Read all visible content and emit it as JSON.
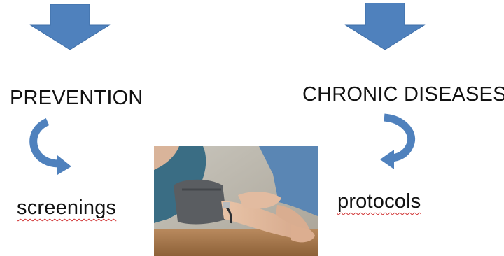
{
  "left_column": {
    "heading": "PREVENTION",
    "item": "screenings"
  },
  "right_column": {
    "heading": "CHRONIC DISEASES",
    "item": "protocols"
  },
  "icons": {
    "down_arrow": "down-arrow-icon",
    "curved_arrow": "curved-arrow-icon"
  },
  "colors": {
    "arrow_fill": "#4f81bd",
    "arrow_stroke": "#3a6aa3",
    "spellcheck": "#d03030"
  }
}
